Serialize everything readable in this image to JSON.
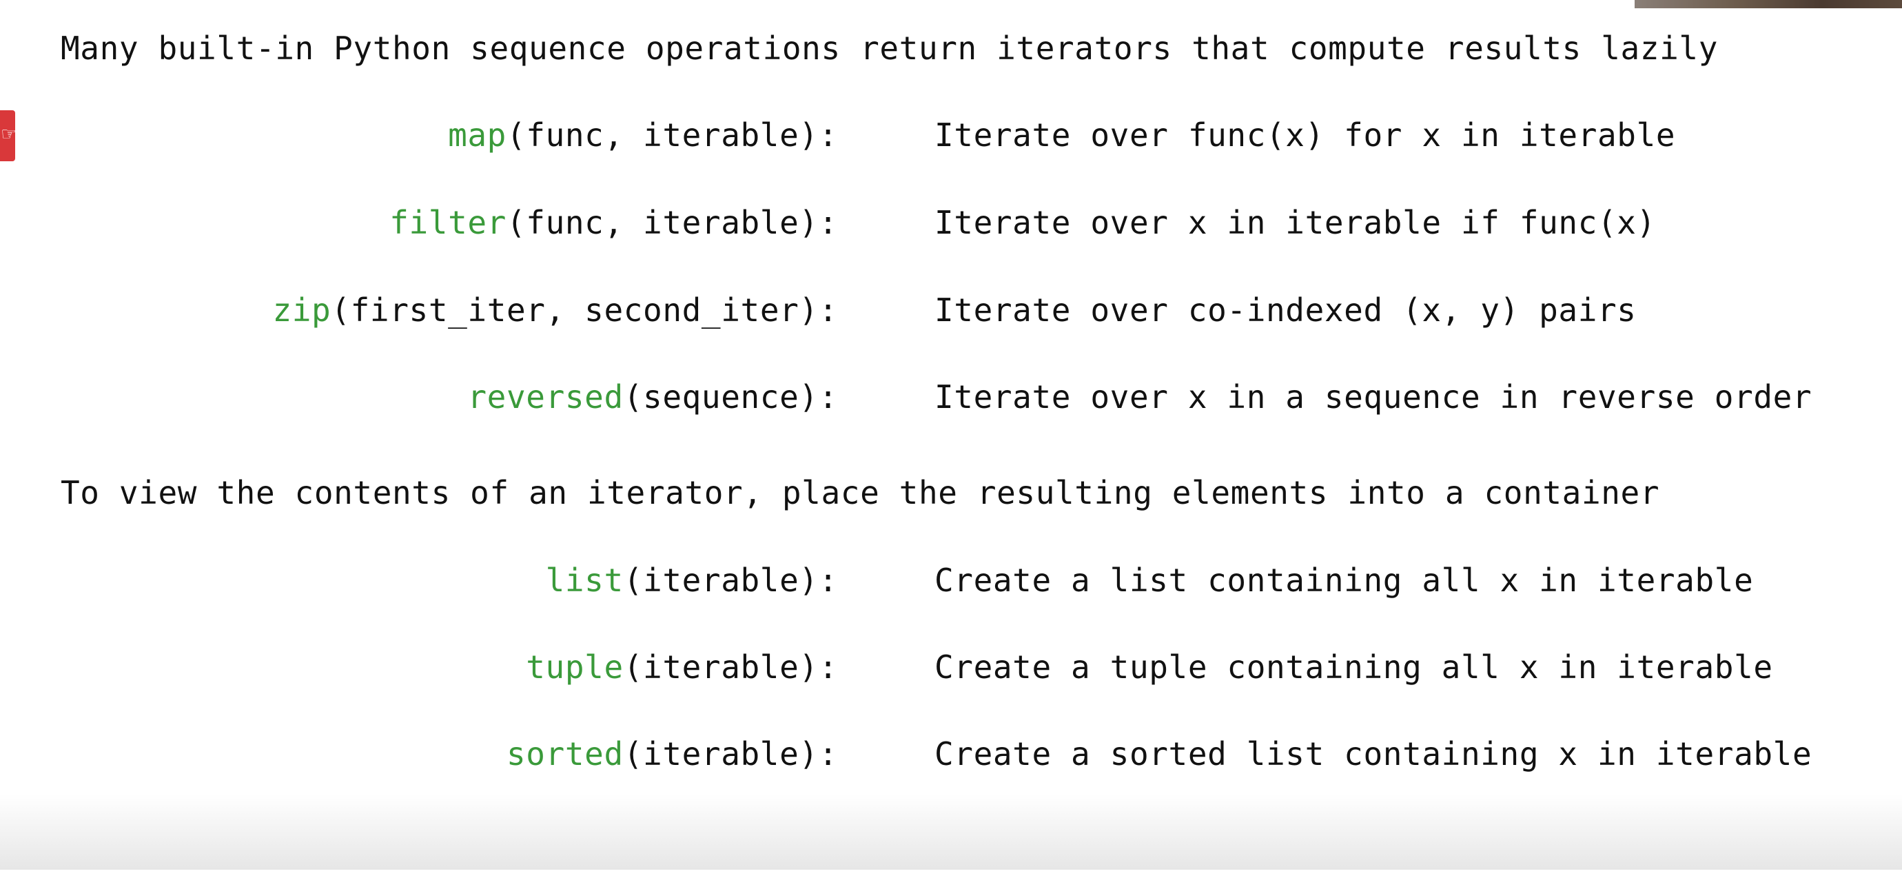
{
  "intro": {
    "heading": "Many built-in Python sequence operations return iterators that compute results lazily"
  },
  "lazy_ops": [
    {
      "fn": "map",
      "args": "(func, iterable):",
      "desc": "Iterate over func(x) for x in iterable"
    },
    {
      "fn": "filter",
      "args": "(func, iterable):",
      "desc": "Iterate over x in iterable if func(x)"
    },
    {
      "fn": "zip",
      "args": "(first_iter, second_iter):",
      "desc": "Iterate over co-indexed (x, y) pairs"
    },
    {
      "fn": "reversed",
      "args": "(sequence):",
      "desc": "Iterate over x in a sequence in reverse order"
    }
  ],
  "containers": {
    "heading": "To view the contents of an iterator, place the resulting elements into a container"
  },
  "container_ops": [
    {
      "fn": "list",
      "args": "(iterable):",
      "desc": "Create a list containing all x in iterable"
    },
    {
      "fn": "tuple",
      "args": "(iterable):",
      "desc": "Create a tuple containing all x in iterable"
    },
    {
      "fn": "sorted",
      "args": "(iterable):",
      "desc": "Create a sorted list containing x in iterable"
    }
  ],
  "colors": {
    "function_name": "#3a9a3a",
    "text": "#111111",
    "side_tab": "#d9383a"
  },
  "icons": {
    "side_tab": "pointer-icon"
  }
}
